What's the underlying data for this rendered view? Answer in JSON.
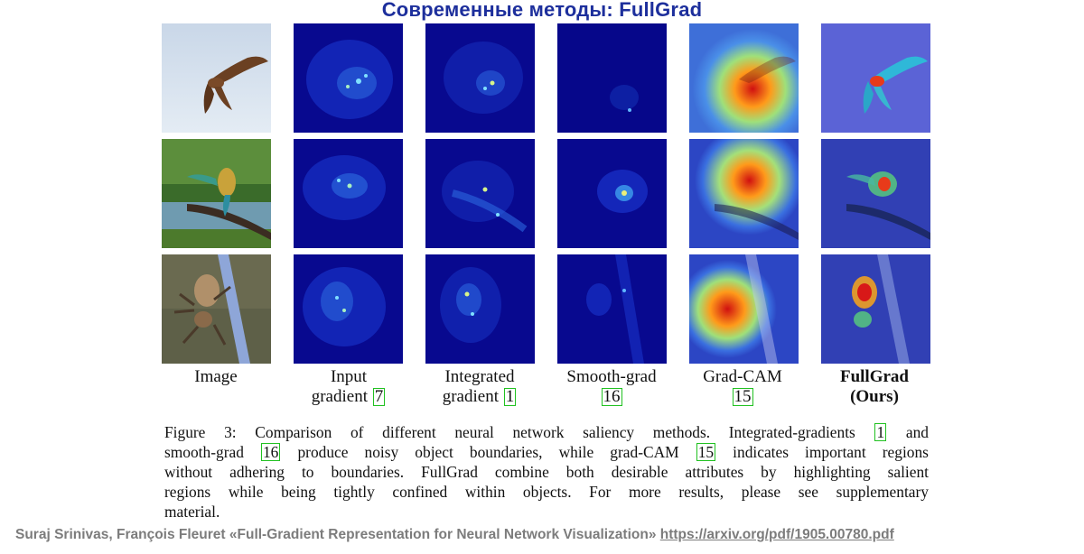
{
  "title": "Современные методы: FullGrad",
  "columns": [
    {
      "line1": "Image",
      "line2": "",
      "ref": ""
    },
    {
      "line1": "Input",
      "line2": "gradient",
      "ref": "7"
    },
    {
      "line1": "Integrated",
      "line2": "gradient",
      "ref": "1"
    },
    {
      "line1": "Smooth-grad",
      "line2": "",
      "ref": "16"
    },
    {
      "line1": "Grad-CAM",
      "line2": "",
      "ref": "15"
    },
    {
      "line1": "FullGrad",
      "line2": "(Ours)",
      "ref": ""
    }
  ],
  "caption": {
    "l1a": "Figure 3: Comparison of different neural network saliency methods. Integrated-gradients",
    "r1": "1",
    "l1b": "and",
    "l2a": "smooth-grad",
    "r2": "16",
    "l2b": "produce noisy object boundaries, while grad-CAM",
    "r3": "15",
    "l2c": "indicates important regions",
    "l3": "without adhering to boundaries. FullGrad combine both desirable attributes by highlighting salient",
    "l4": "regions while being tightly confined within objects.  For more results, please see supplementary",
    "l5": "material."
  },
  "credits": {
    "text": "Suraj Srinivas, François Fleuret «Full-Gradient Representation for Neural Network Visualization»",
    "link": "https://arxiv.org/pdf/1905.00780.pdf"
  },
  "images": {
    "rows": [
      "kite-bird",
      "bee-eater-bird",
      "spider-on-stem"
    ],
    "methods": [
      "image",
      "input-gradient",
      "integrated-gradient",
      "smooth-grad",
      "grad-cam",
      "fullgrad"
    ]
  },
  "colors": {
    "title": "#1d2f9c",
    "ref_box": "#21c121",
    "saliency_bg": "#08098f"
  }
}
